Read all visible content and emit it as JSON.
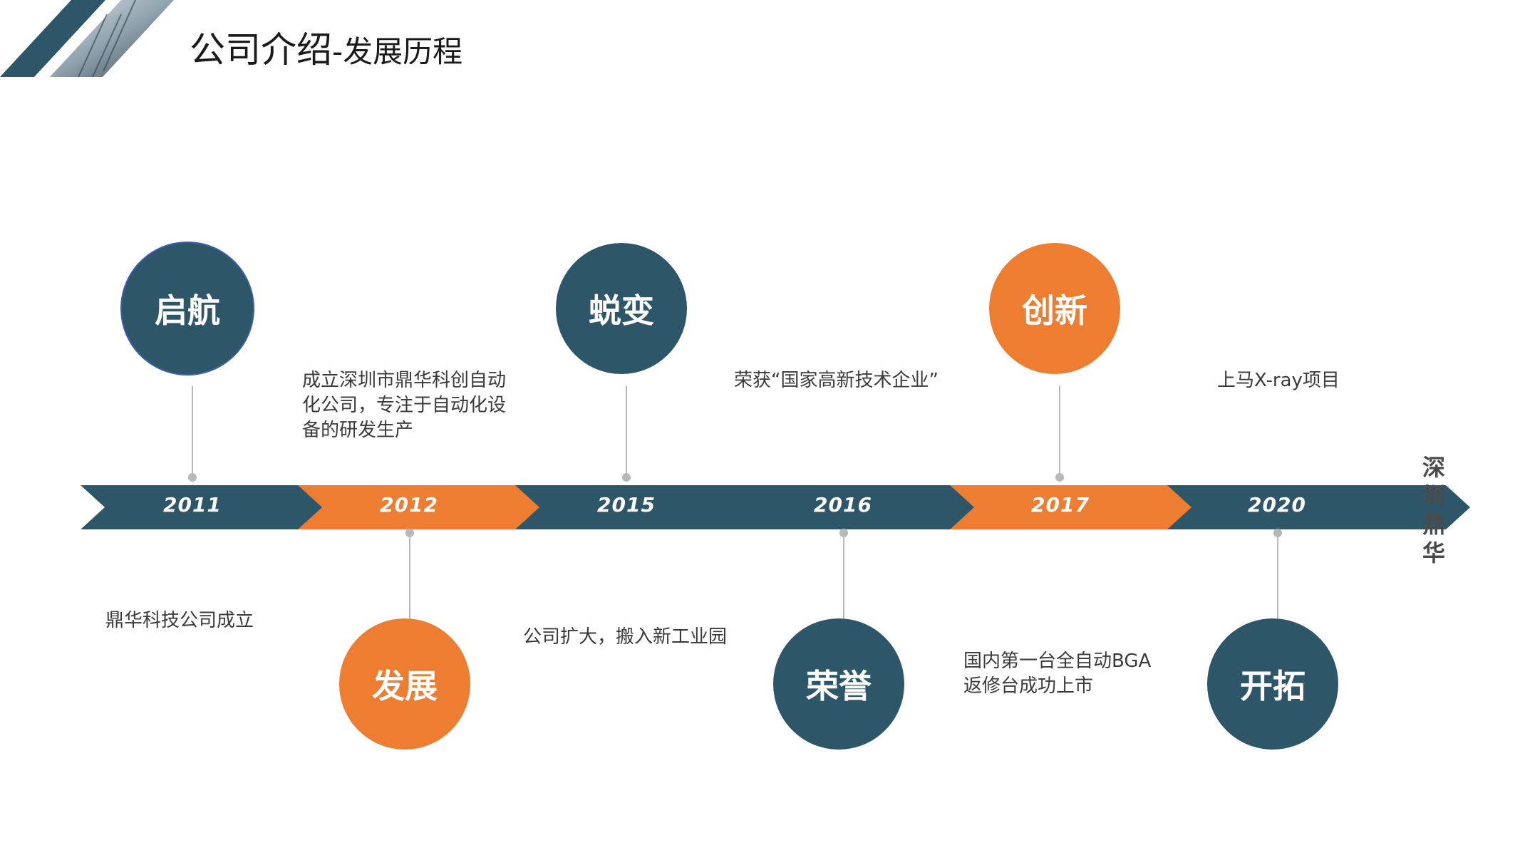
{
  "header": {
    "title_main": "公司介绍",
    "title_sub": "-发展历程"
  },
  "timeline": [
    {
      "year": "2011",
      "label": "启航",
      "text": "鼎华科技公司成立",
      "accent": "#2e5669"
    },
    {
      "year": "2012",
      "label": "发展",
      "text": "成立深圳市鼎华科创自动化公司，专注于自动化设备的研发生产",
      "accent": "#ed7d31"
    },
    {
      "year": "2015",
      "label": "蜕变",
      "text": "公司扩大，搬入新工业园",
      "accent": "#2e5669"
    },
    {
      "year": "2016",
      "label": "荣誉",
      "text": "荣获“国家高新技术企业”",
      "accent": "#2e5669"
    },
    {
      "year": "2017",
      "label": "创新",
      "text": "国内第一台全自动BGA返修台成功上市",
      "accent": "#ed7d31"
    },
    {
      "year": "2020",
      "label": "开拓",
      "text": "上马X-ray项目",
      "accent": "#2e5669"
    }
  ],
  "brand": "深圳鼎华",
  "colors": {
    "navy": "#2e5669",
    "orange": "#ed7d31",
    "connector": "#b8b8b8"
  }
}
